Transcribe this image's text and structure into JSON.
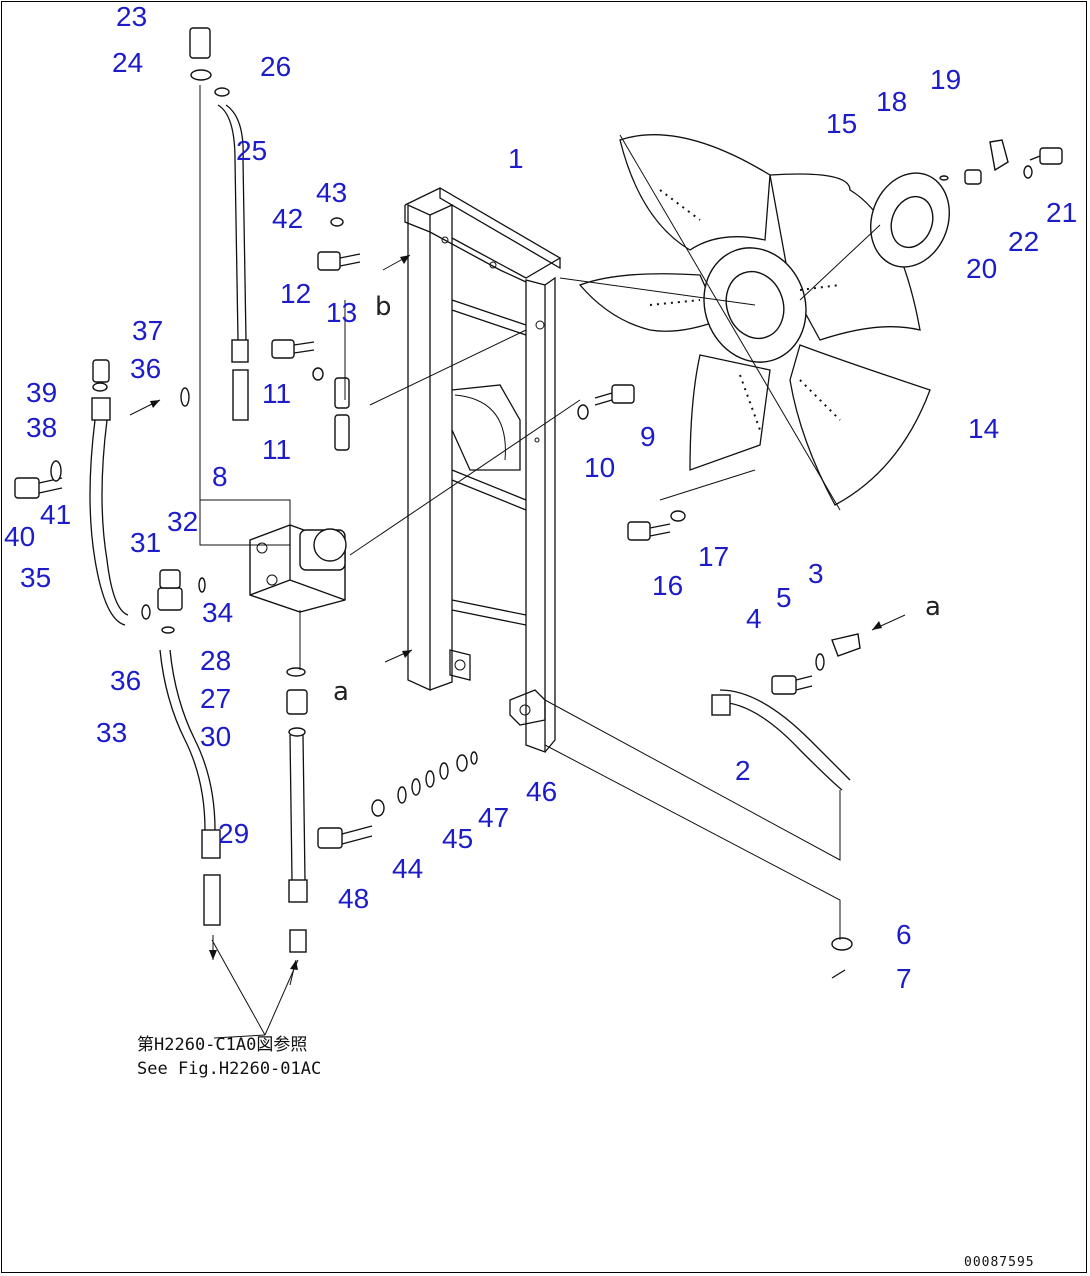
{
  "callouts": [
    {
      "num": "1"
    },
    {
      "num": "2"
    },
    {
      "num": "3"
    },
    {
      "num": "4"
    },
    {
      "num": "5"
    },
    {
      "num": "6"
    },
    {
      "num": "7"
    },
    {
      "num": "8"
    },
    {
      "num": "9"
    },
    {
      "num": "10"
    },
    {
      "num": "11"
    },
    {
      "num": "11"
    },
    {
      "num": "12"
    },
    {
      "num": "13"
    },
    {
      "num": "14"
    },
    {
      "num": "15"
    },
    {
      "num": "16"
    },
    {
      "num": "17"
    },
    {
      "num": "18"
    },
    {
      "num": "19"
    },
    {
      "num": "20"
    },
    {
      "num": "21"
    },
    {
      "num": "22"
    },
    {
      "num": "23"
    },
    {
      "num": "24"
    },
    {
      "num": "25"
    },
    {
      "num": "26"
    },
    {
      "num": "27"
    },
    {
      "num": "28"
    },
    {
      "num": "29"
    },
    {
      "num": "30"
    },
    {
      "num": "31"
    },
    {
      "num": "32"
    },
    {
      "num": "33"
    },
    {
      "num": "34"
    },
    {
      "num": "35"
    },
    {
      "num": "36"
    },
    {
      "num": "36"
    },
    {
      "num": "37"
    },
    {
      "num": "38"
    },
    {
      "num": "39"
    },
    {
      "num": "40"
    },
    {
      "num": "41"
    },
    {
      "num": "42"
    },
    {
      "num": "43"
    },
    {
      "num": "44"
    },
    {
      "num": "45"
    },
    {
      "num": "46"
    },
    {
      "num": "47"
    },
    {
      "num": "48"
    }
  ],
  "connection_letters": [
    "a",
    "a",
    "b"
  ],
  "reference_note": {
    "line1": "第H2260-C1A0図参照",
    "line2": "See Fig.H2260-01AC"
  },
  "document_id": "00087595",
  "colors": {
    "callout": "#1c1cc8",
    "line": "#111111",
    "background": "#ffffff"
  }
}
